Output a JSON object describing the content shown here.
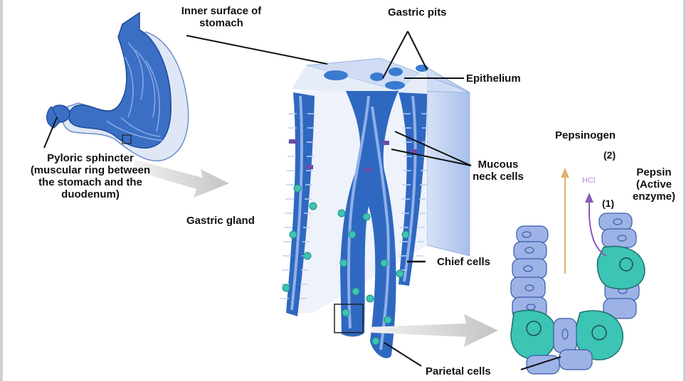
{
  "labels": {
    "inner_surface": [
      "Inner surface of",
      "stomach"
    ],
    "gastric_pits": "Gastric pits",
    "epithelium": "Epithelium",
    "pyloric": [
      "Pyloric sphincter",
      "(muscular ring between",
      "the stomach and the",
      "duodenum)"
    ],
    "gastric_gland": "Gastric gland",
    "mucous": [
      "Mucous",
      "neck cells"
    ],
    "chief": "Chief cells",
    "parietal": "Parietal cells",
    "pepsinogen": "Pepsinogen",
    "step2": "(2)",
    "step1": "(1)",
    "pepsin": [
      "Pepsin",
      "(Active",
      "enzyme)"
    ],
    "hcl": "HCl"
  },
  "colors": {
    "stomach": "#3a6fc4",
    "gland_wall": "#2f68c0",
    "gland_light": "#a9c2ec",
    "chief_cell": "#9db3e6",
    "parietal_cell": "#3cc4b4",
    "arrow_gray": "#c8c8c8",
    "pepsinogen_arrow": "#e0b46a",
    "hcl_arrow": "#8a5ab8"
  }
}
